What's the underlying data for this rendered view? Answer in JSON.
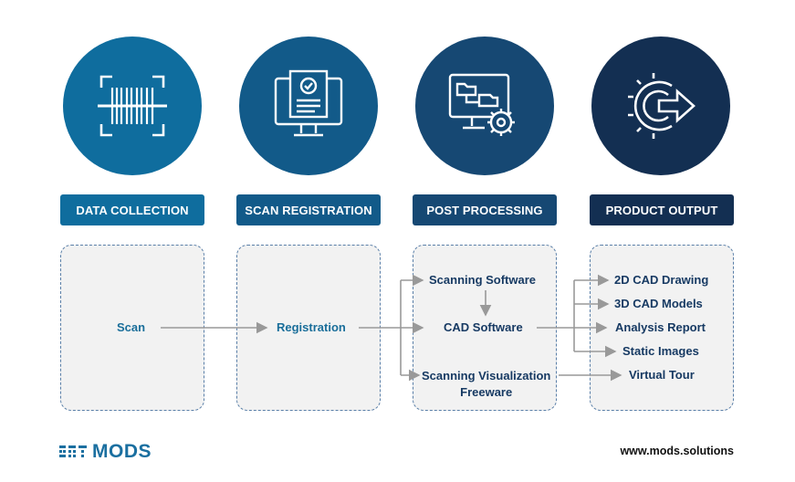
{
  "stages": [
    {
      "label": "DATA COLLECTION",
      "color": "#0f6d9e",
      "icon": "barcode-scan-icon"
    },
    {
      "label": "SCAN REGISTRATION",
      "color": "#125a89",
      "icon": "monitor-document-check-icon"
    },
    {
      "label": "POST PROCESSING",
      "color": "#164873",
      "icon": "monitor-folder-gear-icon"
    },
    {
      "label": "PRODUCT OUTPUT",
      "color": "#132f52",
      "icon": "gear-arrow-output-icon"
    }
  ],
  "collection": {
    "scan": "Scan"
  },
  "registration": {
    "registration": "Registration"
  },
  "processing": {
    "scanning_software": "Scanning Software",
    "cad_software": "CAD Software",
    "visualization_line1": "Scanning Visualization",
    "visualization_line2": "Freeware"
  },
  "output": {
    "cad_2d": "2D CAD Drawing",
    "cad_3d": "3D CAD Models",
    "analysis": "Analysis Report",
    "images": "Static Images",
    "tour": "Virtual Tour"
  },
  "footer": {
    "brand": "MODS",
    "website": "www.mods.solutions"
  },
  "colors": {
    "arrow": "#999999",
    "dashed_border": "#5a7fa8",
    "node_text": "#173a63",
    "node_text_accent": "#1a6e9a"
  }
}
